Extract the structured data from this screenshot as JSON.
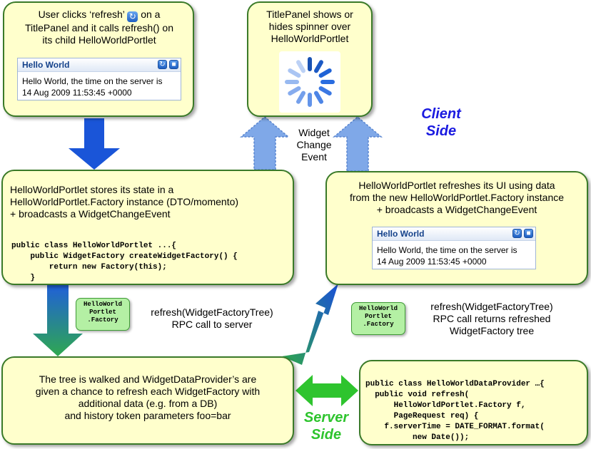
{
  "top_left_box": {
    "text_before_icon": "User clicks ‘refresh’",
    "text_after_icon": "on a",
    "line2": "TitlePanel and it calls refresh() on",
    "line3": "its child HelloWorldPortlet"
  },
  "portlet_top": {
    "title": "Hello World",
    "line1": "Hello World, the time on the server is",
    "line2": "14 Aug 2009 11:53:45 +0000"
  },
  "top_middle_box": {
    "line1": "TitlePanel shows or",
    "line2": "hides spinner over",
    "line3": "HelloWorldPortlet"
  },
  "client_side": {
    "line1": "Client",
    "line2": "Side",
    "color": "#1a1ae0"
  },
  "widget_change_event": {
    "line1": "Widget",
    "line2": "Change",
    "line3": "Event"
  },
  "mid_left_box": {
    "line1": "HelloWorldPortlet stores its state in a",
    "line2": "HelloWorldPortlet.Factory instance (DTO/momento)",
    "line3": "+ broadcasts a WidgetChangeEvent",
    "code": [
      "public class HelloWorldPortlet ...{",
      "    public WidgetFactory createWidgetFactory() {",
      "        return new Factory(this);",
      "    }"
    ]
  },
  "mid_right_box": {
    "line1": "HelloWorldPortlet refreshes its UI using data",
    "line2": "from the new HelloWorldPortlet.Factory instance",
    "line3": "+ broadcasts a WidgetChangeEvent"
  },
  "portlet_right": {
    "title": "Hello World",
    "line1": "Hello World, the time on the server is",
    "line2": "14 Aug 2009 11:53:45 +0000"
  },
  "pill_left": {
    "line1": "HelloWorld",
    "line2": "Portlet",
    "line3": ".Factory"
  },
  "pill_right": {
    "line1": "HelloWorld",
    "line2": "Portlet",
    "line3": ".Factory"
  },
  "rpc_left": {
    "line1": "refresh(WidgetFactoryTree)",
    "line2": "RPC call to server"
  },
  "rpc_right": {
    "line1": "refresh(WidgetFactoryTree)",
    "line2": "RPC call returns refreshed",
    "line3": "WidgetFactory tree"
  },
  "bottom_left_box": {
    "line1": "The tree is walked and WidgetDataProvider’s are",
    "line2": "given a chance to refresh each WidgetFactory with",
    "line3": "additional data (e.g. from a DB)",
    "line4": "and history token parameters foo=bar"
  },
  "server_side": {
    "line1": "Server",
    "line2": "Side",
    "color": "#2ec42e"
  },
  "bottom_right_box": {
    "code": [
      "public class HelloWorldDataProvider …{",
      "  public void refresh(",
      "      HelloWorldPortlet.Factory f,",
      "      PageRequest req) {",
      "    f.serverTime = DATE_FORMAT.format(",
      "          new Date());"
    ]
  },
  "colors": {
    "box_fill": "#ffffcc",
    "box_border": "#3a7a28",
    "arrow_blue": "#1a55d8",
    "arrow_light": "#7fa8e8",
    "arrow_green": "#2ec42e",
    "pill_fill": "#b4f0a4"
  },
  "icons": [
    "refresh-icon",
    "spinner-icon",
    "minimize-icon"
  ]
}
